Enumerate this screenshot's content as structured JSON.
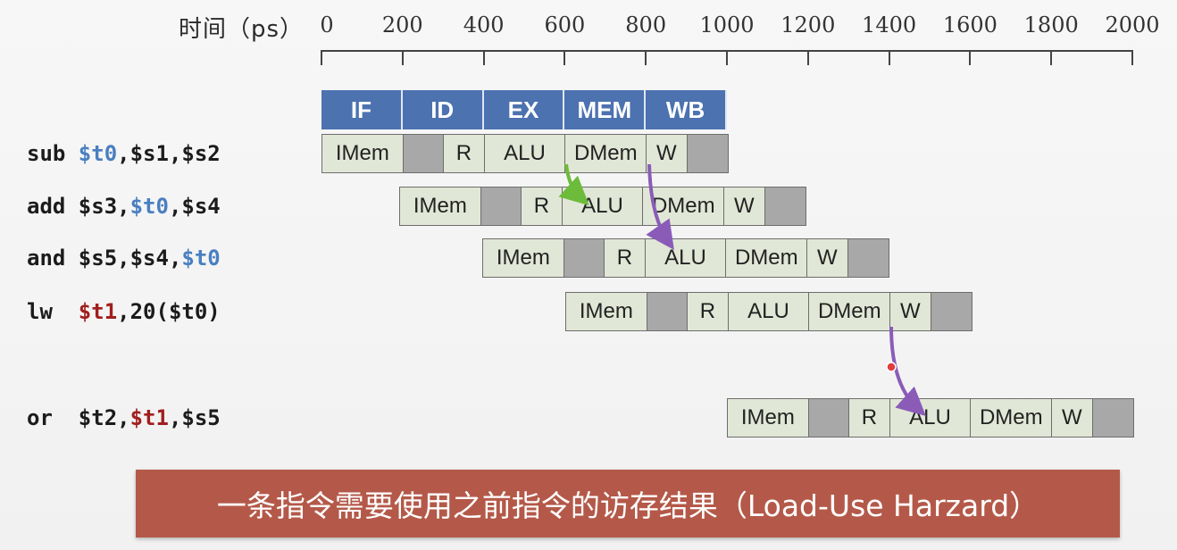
{
  "axis": {
    "title": "时间（ps）",
    "ticks": [
      "0",
      "200",
      "400",
      "600",
      "800",
      "1000",
      "1200",
      "1400",
      "1600",
      "1800",
      "2000"
    ]
  },
  "stage_headers": [
    "IF",
    "ID",
    "EX",
    "MEM",
    "WB"
  ],
  "instructions": [
    {
      "parts": [
        {
          "t": "sub ",
          "c": ""
        },
        {
          "t": "$t0",
          "c": "blue"
        },
        {
          "t": ",$s1,$s2",
          "c": ""
        }
      ]
    },
    {
      "parts": [
        {
          "t": "add $s3,",
          "c": ""
        },
        {
          "t": "$t0",
          "c": "blue"
        },
        {
          "t": ",$s4",
          "c": ""
        }
      ]
    },
    {
      "parts": [
        {
          "t": "and $s5,$s4,",
          "c": ""
        },
        {
          "t": "$t0",
          "c": "blue"
        }
      ]
    },
    {
      "parts": [
        {
          "t": "lw  ",
          "c": ""
        },
        {
          "t": "$t1",
          "c": "red"
        },
        {
          "t": ",20($t0)",
          "c": ""
        }
      ]
    },
    {
      "parts": [
        {
          "t": "or  $t2,",
          "c": ""
        },
        {
          "t": "$t1",
          "c": "red"
        },
        {
          "t": ",$s5",
          "c": ""
        }
      ]
    }
  ],
  "pipeline_cells": [
    "IMem",
    "",
    "R",
    "ALU",
    "DMem",
    "W",
    ""
  ],
  "banner": "一条指令需要使用之前指令的访存结果（Load-Use Harzard）",
  "colors": {
    "header": "#4c72b0",
    "cell": "#e1e7d6",
    "cell_gray": "#a8a8a8",
    "banner": "#b45949",
    "arrow_green": "#6dbb3a",
    "arrow_purple": "#8a5cb8",
    "reg_blue": "#4a7fc0",
    "reg_red": "#a11e1e"
  }
}
